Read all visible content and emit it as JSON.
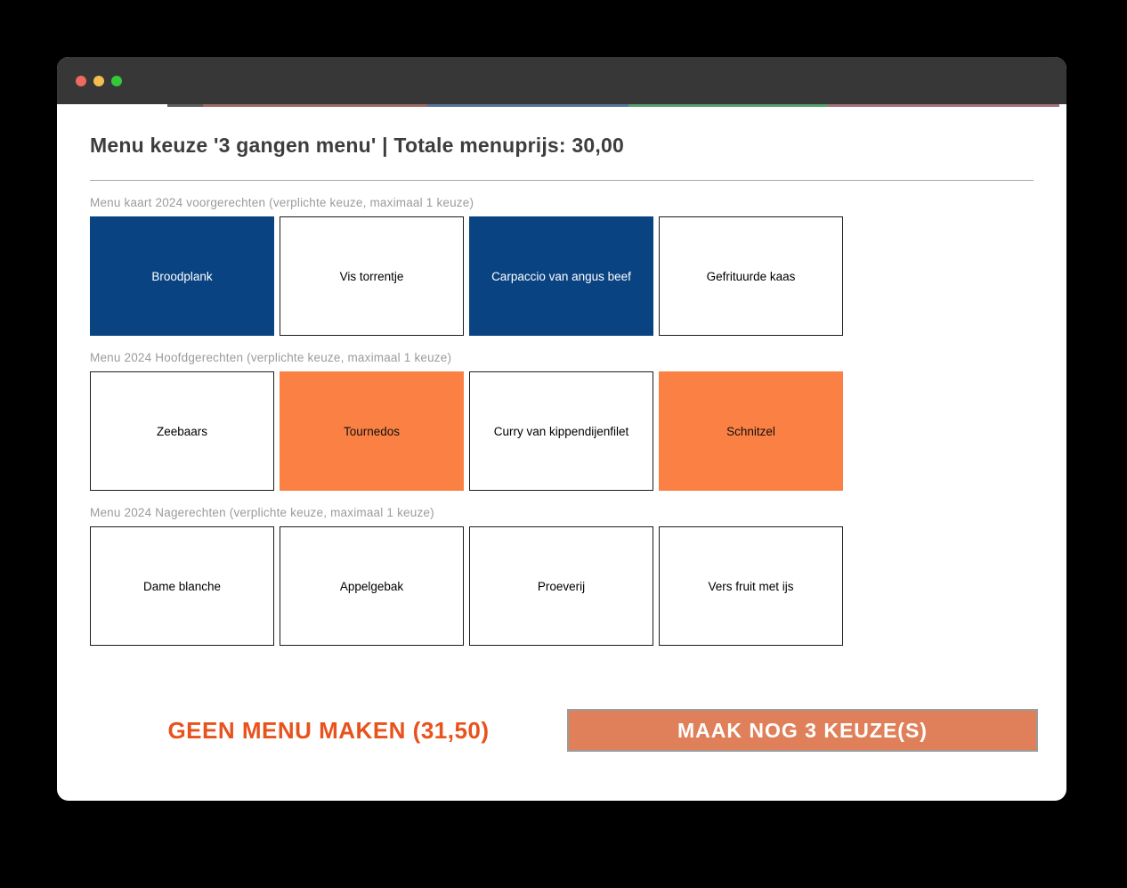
{
  "window": {
    "controls": {
      "close": "close",
      "minimize": "minimize",
      "maximize": "maximize"
    }
  },
  "header": {
    "title": "Menu keuze '3 gangen menu' | Totale menuprijs: 30,00"
  },
  "sections": [
    {
      "label": "Menu kaart 2024 voorgerechten (verplichte keuze, maximaal 1 keuze)",
      "options": [
        {
          "label": "Broodplank",
          "state": "selected-blue"
        },
        {
          "label": "Vis torrentje",
          "state": "default"
        },
        {
          "label": "Carpaccio van angus beef",
          "state": "selected-blue"
        },
        {
          "label": "Gefrituurde kaas",
          "state": "default"
        }
      ]
    },
    {
      "label": "Menu 2024 Hoofdgerechten (verplichte keuze, maximaal 1 keuze)",
      "options": [
        {
          "label": "Zeebaars",
          "state": "default"
        },
        {
          "label": "Tournedos",
          "state": "selected-orange"
        },
        {
          "label": "Curry van kippendijenfilet",
          "state": "default"
        },
        {
          "label": "Schnitzel",
          "state": "selected-orange"
        }
      ]
    },
    {
      "label": "Menu 2024 Nagerechten (verplichte keuze, maximaal 1 keuze)",
      "options": [
        {
          "label": "Dame blanche",
          "state": "default"
        },
        {
          "label": "Appelgebak",
          "state": "default"
        },
        {
          "label": "Proeverij",
          "state": "default"
        },
        {
          "label": "Vers fruit met ijs",
          "state": "default"
        }
      ]
    }
  ],
  "footer": {
    "skip_label": "GEEN MENU MAKEN (31,50)",
    "cta_label": "MAAK NOG 3 KEUZE(S)"
  },
  "colors": {
    "titlebar": "#373737",
    "dot_red": "#ee6a5e",
    "dot_yellow": "#f5bd4f",
    "dot_green": "#35c839",
    "selected_blue": "#0a4382",
    "selected_orange": "#fb8044",
    "card_border": "#1c1c1c",
    "title_text": "#3d3d3d",
    "section_label": "#9b9b9b",
    "hr": "#a9a9a9",
    "skip_text": "#e8521c",
    "cta_bg": "#e0805a",
    "cta_border": "#9c9c9c",
    "peek_gray": "#5e5e5e",
    "peek_red": "#a06a64",
    "peek_blue": "#56749e",
    "peek_green": "#55a06e",
    "peek_pink": "#a8707a"
  }
}
